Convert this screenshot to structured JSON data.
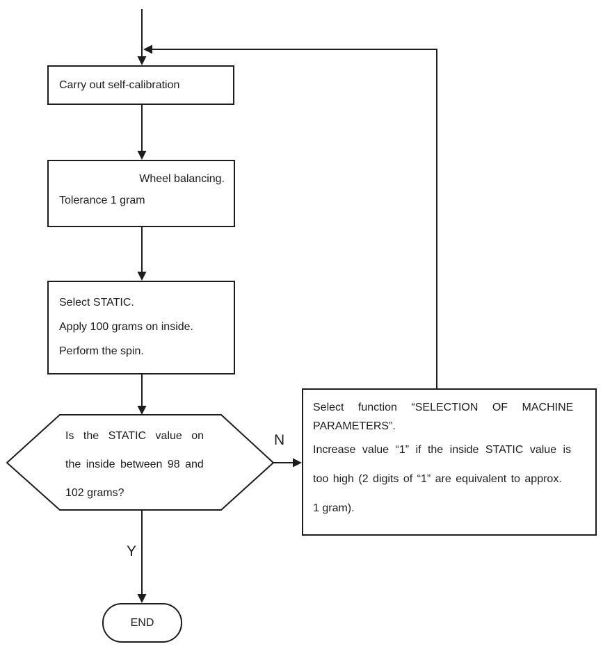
{
  "canvas": {
    "background": "#ffffff",
    "line_color": "#1c1c1c"
  },
  "flowchart": {
    "nodes": {
      "self_calibration": {
        "lines": [
          "Carry out self-calibration"
        ]
      },
      "wheel_balancing": {
        "lines": [
          "Wheel balancing.",
          "Tolerance 1 gram"
        ]
      },
      "static_test": {
        "lines": [
          "Select STATIC.",
          "Apply 100 grams on inside.",
          "Perform the spin."
        ]
      },
      "decision": {
        "lines": [
          "Is the STATIC value on",
          "the inside between 98 and",
          "102 grams?"
        ]
      },
      "adjust_parameters": {
        "lines": [
          "Select function “SELECTION OF MACHINE",
          "PARAMETERS”.",
          "Increase value “1” if the inside STATIC value is",
          "too high (2 digits of “1” are equivalent to approx.",
          "1 gram)."
        ]
      },
      "end_terminal": {
        "label": "END"
      }
    },
    "branch_labels": {
      "no": "N",
      "yes": "Y"
    }
  }
}
